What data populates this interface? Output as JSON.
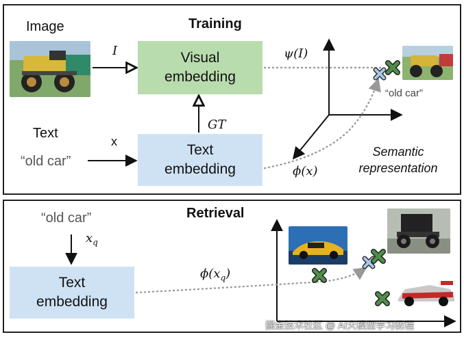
{
  "training": {
    "title": "Training",
    "image_label": "Image",
    "text_label": "Text",
    "text_value": "“old car”",
    "visual_box_line1": "Visual",
    "visual_box_line2": "embedding",
    "text_box_line1": "Text",
    "text_box_line2": "embedding",
    "arrow_i_label": "I",
    "arrow_x_label": "x",
    "gt_label": "GT",
    "psi_label": "ψ(I)",
    "phi_label": "ϕ(x)",
    "caption_old_car": "“old car”",
    "semantic_line1": "Semantic",
    "semantic_line2": "representation"
  },
  "retrieval": {
    "title": "Retrieval",
    "query_text": "“old car”",
    "xq_label": "x",
    "xq_sub": "q",
    "text_box_line1": "Text",
    "text_box_line2": "embedding",
    "phi_xq_label": "ϕ(x",
    "phi_xq_sub": "q",
    "phi_xq_close": ")"
  },
  "watermark": "掘金技术社区 @ AI大模型学习教程",
  "colors": {
    "visual_embedding": "#b9dcae",
    "text_embedding": "#cfe2f4",
    "marker_green": "#4f8f4a",
    "marker_blue": "#a9c7e6"
  }
}
